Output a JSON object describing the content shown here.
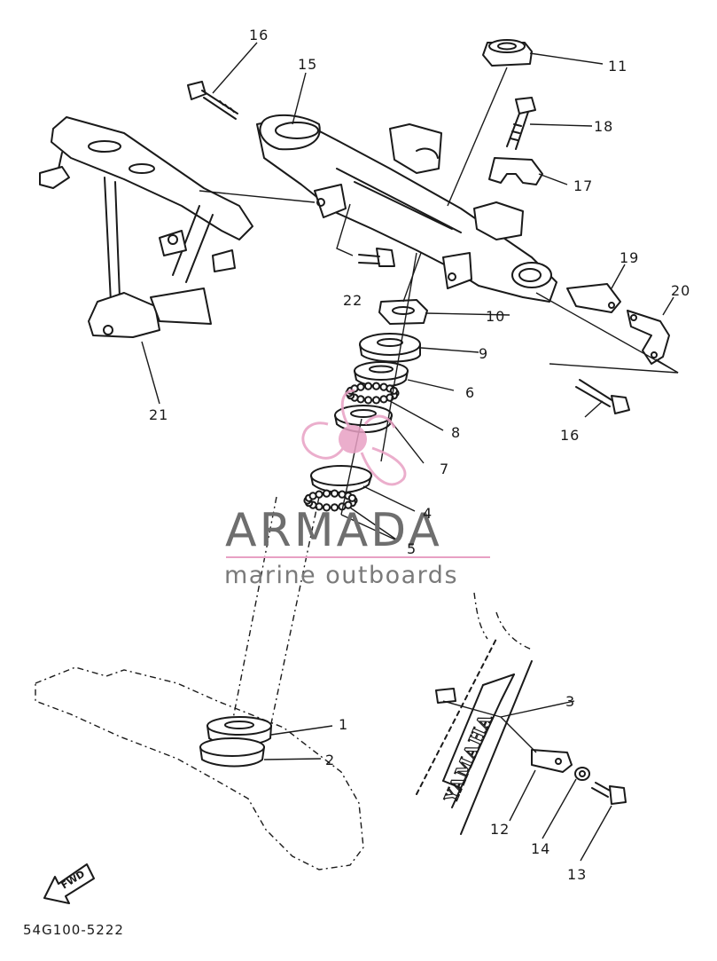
{
  "diagram": {
    "part_code": "54G100-5222",
    "fwd_label": "FWD",
    "brand_mark": "YAMAHA",
    "callouts": [
      "1",
      "2",
      "3",
      "4",
      "5",
      "6",
      "7",
      "8",
      "9",
      "10",
      "11",
      "12",
      "13",
      "14",
      "15",
      "16",
      "16",
      "17",
      "18",
      "19",
      "20",
      "21",
      "22"
    ]
  },
  "watermark": {
    "title": "ARMADA",
    "subtitle": "marine outboards",
    "color_primary": "#e8a0c4",
    "color_text": "#6e6e6e"
  }
}
